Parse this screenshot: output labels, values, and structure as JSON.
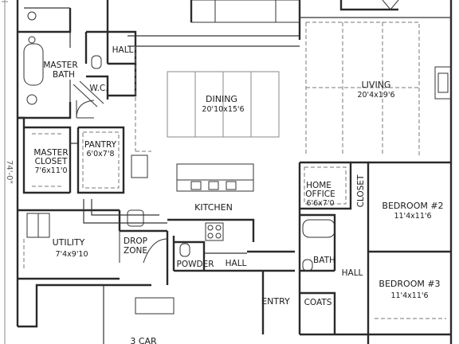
{
  "plan": {
    "dimension_side": "74'-0\"",
    "rooms": {
      "master_bath": {
        "name_line1": "MASTER",
        "name_line2": "BATH"
      },
      "hall_top": {
        "name": "HALL"
      },
      "wc": {
        "name": "W.C."
      },
      "dining": {
        "name": "DINING",
        "size": "20'10x15'6"
      },
      "living": {
        "name": "LIVING",
        "size": "20'4x19'6"
      },
      "master_closet": {
        "name_line1": "MASTER",
        "name_line2": "CLOSET",
        "size": "7'6x11'0"
      },
      "pantry": {
        "name": "PANTRY",
        "size": "6'0x7'8"
      },
      "kitchen": {
        "name": "KITCHEN"
      },
      "home_office": {
        "name_line1": "HOME",
        "name_line2": "OFFICE",
        "size": "6'6x7'0"
      },
      "closet": {
        "name": "CLOSET"
      },
      "bedroom2": {
        "name": "BEDROOM #2",
        "size": "11'4x11'6"
      },
      "utility": {
        "name": "UTILITY",
        "size": "7'4x9'10"
      },
      "drop_zone": {
        "name_line1": "DROP",
        "name_line2": "ZONE"
      },
      "powder": {
        "name": "POWDER"
      },
      "hall_mid": {
        "name": "HALL"
      },
      "bath": {
        "name": "BATH"
      },
      "hall_right": {
        "name": "HALL"
      },
      "bedroom3": {
        "name": "BEDROOM #3",
        "size": "11'4x11'6"
      },
      "entry": {
        "name": "ENTRY"
      },
      "coats": {
        "name": "COATS"
      },
      "garage": {
        "name": "3 CAR"
      }
    }
  }
}
